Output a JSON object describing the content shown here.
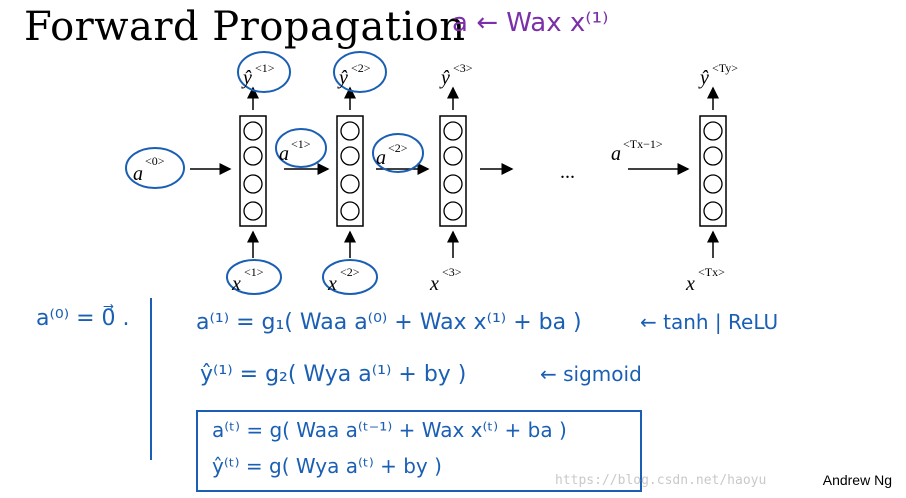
{
  "title": "Forward Propagation",
  "top_note": "a ← Wax x⁽¹⁾",
  "initial_activation": "a⁽⁰⁾ = 0⃗ .",
  "timesteps": [
    {
      "yhat_base": "ŷ",
      "yhat_sup": "<1>",
      "x_base": "x",
      "x_sup": "<1>",
      "a_label_base": "a",
      "a_label_sup": "<1>"
    },
    {
      "yhat_base": "ŷ",
      "yhat_sup": "<2>",
      "x_base": "x",
      "x_sup": "<2>",
      "a_label_base": "a",
      "a_label_sup": "<2>"
    },
    {
      "yhat_base": "ŷ",
      "yhat_sup": "<3>",
      "x_base": "x",
      "x_sup": "<3>",
      "a_label_base": "",
      "a_label_sup": ""
    },
    {
      "yhat_base": "ŷ",
      "yhat_sup": "<Ty>",
      "x_base": "x",
      "x_sup": "<Tx>",
      "a_label_base": "a",
      "a_label_sup": "<Tx−1>"
    }
  ],
  "a0": {
    "base": "a",
    "sup": "<0>"
  },
  "ellipsis": "...",
  "equations": {
    "eq1": "a⁽¹⁾ = g₁( Waa a⁽⁰⁾ + Wax x⁽¹⁾ + ba )",
    "eq1_note": "← tanh | ReLU",
    "eq2": "ŷ⁽¹⁾ = g₂( Wya a⁽¹⁾ + by )",
    "eq2_note": "← sigmoid",
    "eq3": "a⁽ᵗ⁾ = g( Waa a⁽ᵗ⁻¹⁾ + Wax x⁽ᵗ⁾ + ba )",
    "eq4": "ŷ⁽ᵗ⁾ = g( Wya a⁽ᵗ⁾ + by )"
  },
  "watermark": "https://blog.csdn.net/haoyu",
  "credit": "Andrew Ng",
  "colors": {
    "ink": "#000000",
    "pen_blue": "#1a5fb4",
    "pen_purple": "#7b2fa8"
  }
}
